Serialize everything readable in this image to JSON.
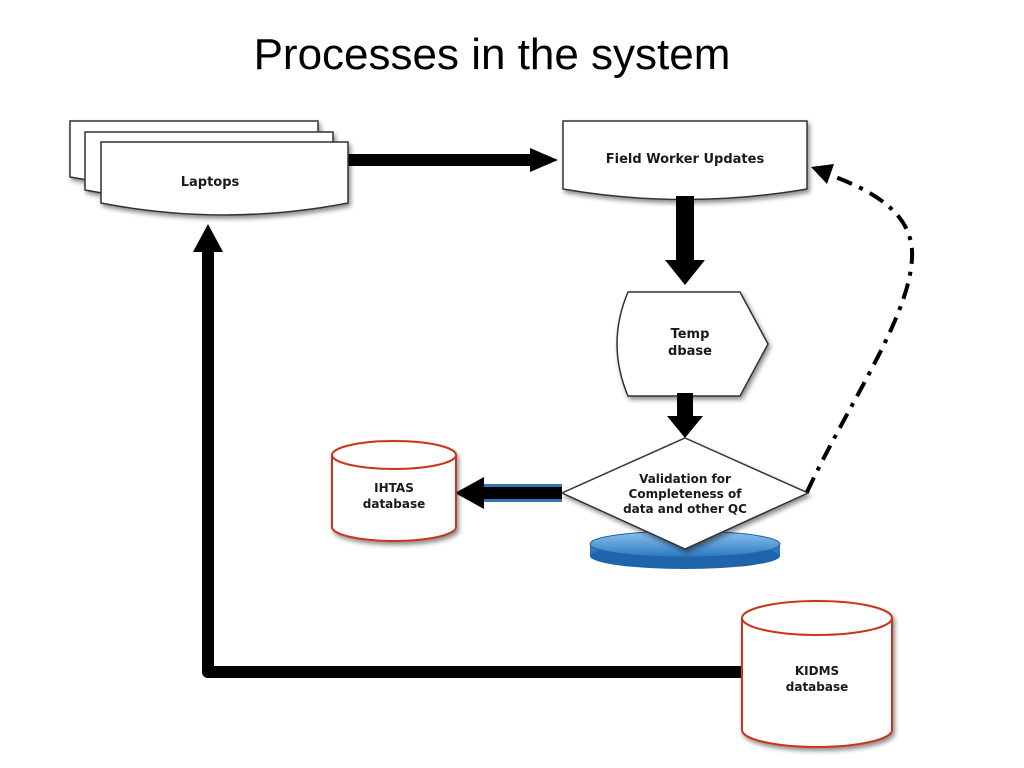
{
  "slide": {
    "title": "Processes in the system"
  },
  "nodes": {
    "laptops": {
      "label": "Laptops"
    },
    "field_updates": {
      "label": "Field Worker Updates"
    },
    "temp_dbase": {
      "line1": "Temp",
      "line2": "dbase"
    },
    "validation": {
      "line1": "Validation for",
      "line2": "Completeness of",
      "line3": "data and other QC"
    },
    "ihtas": {
      "line1": "IHTAS",
      "line2": "database"
    },
    "kidms": {
      "line1": "KIDMS",
      "line2": "database"
    }
  },
  "colors": {
    "database_outline": "#c8361a",
    "router_blue": "#4a9ad8",
    "arrow": "#000000"
  }
}
